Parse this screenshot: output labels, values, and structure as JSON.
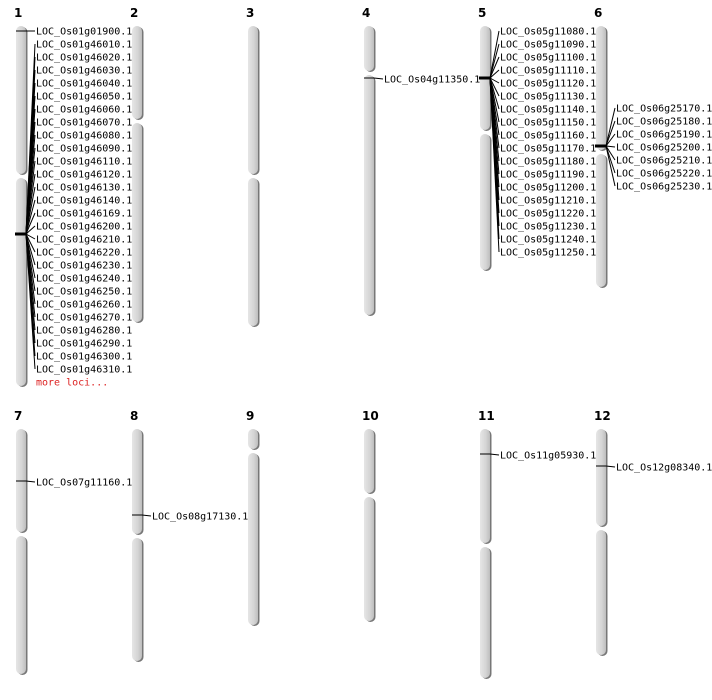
{
  "chromosomes": [
    {
      "name": "1",
      "loci": [
        [
          "LOC_Os01g01900.1"
        ],
        [
          "LOC_Os01g46010.1",
          "LOC_Os01g46020.1",
          "LOC_Os01g46030.1",
          "LOC_Os01g46040.1",
          "LOC_Os01g46050.1",
          "LOC_Os01g46060.1",
          "LOC_Os01g46070.1",
          "LOC_Os01g46080.1",
          "LOC_Os01g46090.1",
          "LOC_Os01g46110.1",
          "LOC_Os01g46120.1",
          "LOC_Os01g46130.1",
          "LOC_Os01g46140.1",
          "LOC_Os01g46169.1",
          "LOC_Os01g46200.1",
          "LOC_Os01g46210.1",
          "LOC_Os01g46220.1",
          "LOC_Os01g46230.1",
          "LOC_Os01g46240.1",
          "LOC_Os01g46250.1",
          "LOC_Os01g46260.1",
          "LOC_Os01g46270.1",
          "LOC_Os01g46280.1",
          "LOC_Os01g46290.1",
          "LOC_Os01g46300.1",
          "LOC_Os01g46310.1"
        ]
      ],
      "more": "more loci..."
    },
    {
      "name": "2",
      "loci": []
    },
    {
      "name": "3",
      "loci": []
    },
    {
      "name": "4",
      "loci": [
        [
          "LOC_Os04g11350.1"
        ]
      ]
    },
    {
      "name": "5",
      "loci": [
        [
          "LOC_Os05g11080.1",
          "LOC_Os05g11090.1",
          "LOC_Os05g11100.1",
          "LOC_Os05g11110.1",
          "LOC_Os05g11120.1",
          "LOC_Os05g11130.1",
          "LOC_Os05g11140.1",
          "LOC_Os05g11150.1",
          "LOC_Os05g11160.1",
          "LOC_Os05g11170.1",
          "LOC_Os05g11180.1",
          "LOC_Os05g11190.1",
          "LOC_Os05g11200.1",
          "LOC_Os05g11210.1",
          "LOC_Os05g11220.1",
          "LOC_Os05g11230.1",
          "LOC_Os05g11240.1",
          "LOC_Os05g11250.1"
        ]
      ]
    },
    {
      "name": "6",
      "loci": [
        [
          "LOC_Os06g25170.1",
          "LOC_Os06g25180.1",
          "LOC_Os06g25190.1",
          "LOC_Os06g25200.1",
          "LOC_Os06g25210.1",
          "LOC_Os06g25220.1",
          "LOC_Os06g25230.1"
        ]
      ]
    },
    {
      "name": "7",
      "loci": [
        [
          "LOC_Os07g11160.1"
        ]
      ]
    },
    {
      "name": "8",
      "loci": [
        [
          "LOC_Os08g17130.1"
        ]
      ]
    },
    {
      "name": "9",
      "loci": []
    },
    {
      "name": "10",
      "loci": []
    },
    {
      "name": "11",
      "loci": [
        [
          "LOC_Os11g05930.1"
        ]
      ]
    },
    {
      "name": "12",
      "loci": [
        [
          "LOC_Os12g08340.1"
        ]
      ]
    }
  ],
  "colors": {
    "chromosome": "#d4d4d4",
    "shadow": "#777777",
    "marker": "#000000",
    "more": "#dd2222"
  }
}
